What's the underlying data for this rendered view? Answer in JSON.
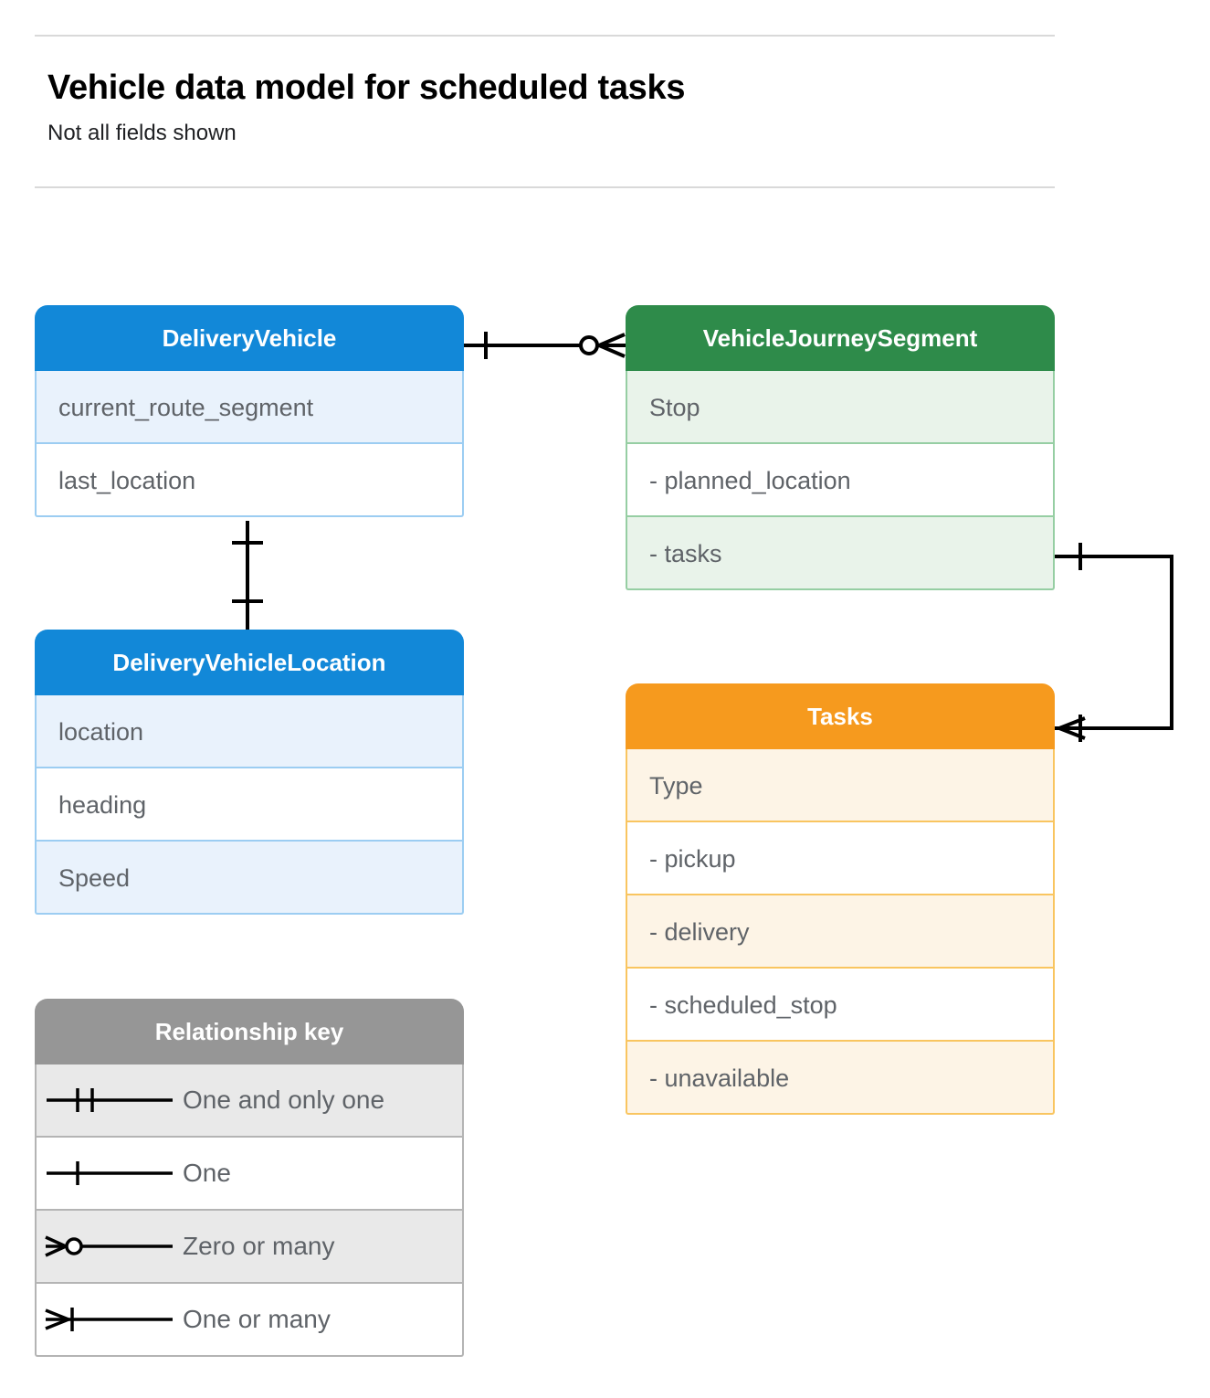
{
  "header": {
    "title": "Vehicle data model for scheduled tasks",
    "subtitle": "Not all fields shown"
  },
  "entities": {
    "delivery_vehicle": {
      "name": "DeliveryVehicle",
      "color": "#1288d8",
      "fields": [
        "current_route_segment",
        "last_location"
      ]
    },
    "vehicle_journey_segment": {
      "name": "VehicleJourneySegment",
      "color": "#2e8b4a",
      "fields": [
        "Stop",
        "-  planned_location",
        "- tasks"
      ]
    },
    "delivery_vehicle_location": {
      "name": "DeliveryVehicleLocation",
      "color": "#1288d8",
      "fields": [
        "location",
        "heading",
        "Speed"
      ]
    },
    "tasks": {
      "name": "Tasks",
      "color": "#f69a1e",
      "fields": [
        "Type",
        "-  pickup",
        "-  delivery",
        "-  scheduled_stop",
        "-  unavailable"
      ]
    }
  },
  "legend": {
    "title": "Relationship key",
    "header_color": "#969696",
    "items": [
      {
        "label": "One and only one",
        "symbol": "one-and-only-one-symbol"
      },
      {
        "label": "One",
        "symbol": "one-symbol"
      },
      {
        "label": "Zero or many",
        "symbol": "zero-or-many-symbol"
      },
      {
        "label": "One or many",
        "symbol": "one-or-many-symbol"
      }
    ]
  },
  "relationships": [
    {
      "from": "DeliveryVehicle",
      "to": "VehicleJourneySegment",
      "from_cardinality": "One",
      "to_cardinality": "Zero or many"
    },
    {
      "from": "DeliveryVehicle",
      "to": "DeliveryVehicleLocation",
      "from_cardinality": "One",
      "to_cardinality": "One"
    },
    {
      "from": "VehicleJourneySegment.tasks",
      "to": "Tasks",
      "from_cardinality": "One",
      "to_cardinality": "One or many"
    }
  ]
}
